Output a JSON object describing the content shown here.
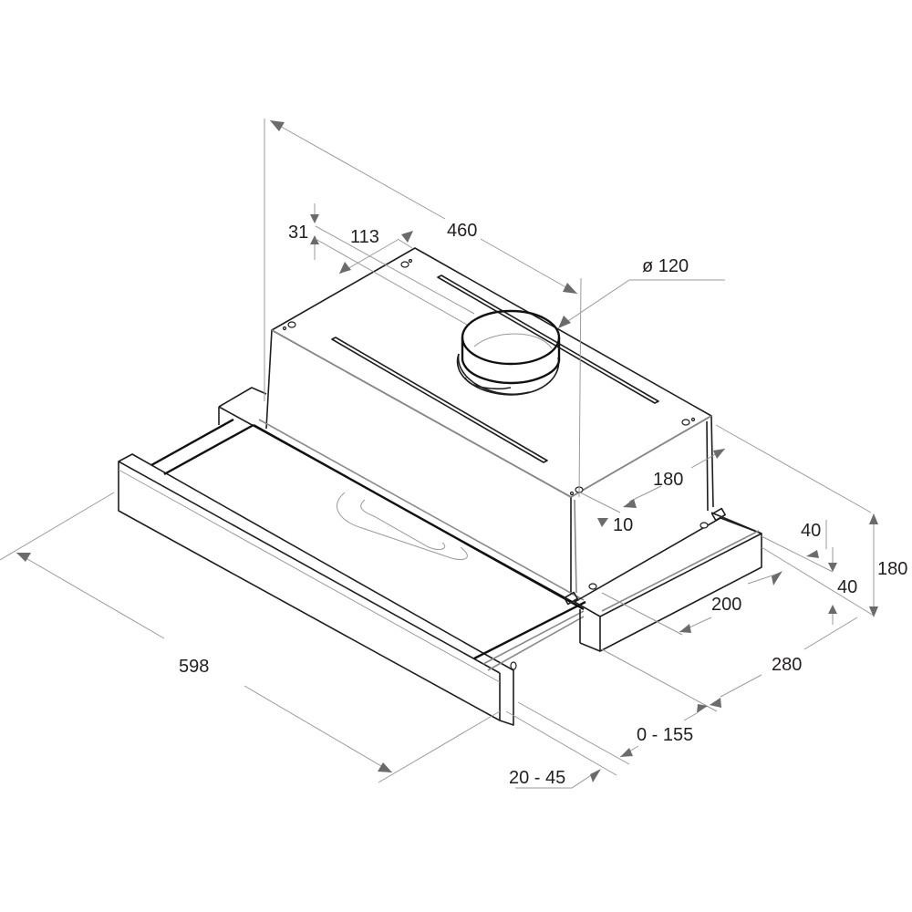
{
  "diagram": {
    "subject": "Telescopic (pull-out) cooker hood - dimensional drawing",
    "units": "mm",
    "colors": {
      "outline": "#1e1e1e",
      "dimension_line": "#9a9a9a",
      "arrowhead": "#6b6b6b",
      "label_text": "#231f20",
      "background": "#ffffff"
    },
    "dimensions": {
      "depth_total": "460",
      "offset_top": "31",
      "duct_offset": "113",
      "duct_diameter": "ø 120",
      "body_depth": "180",
      "side_offset": "10",
      "rail_top": "40",
      "rail_bottom": "40",
      "height_total": "180",
      "rail_length": "200",
      "base_depth": "280",
      "extension_range": "0 - 155",
      "front_panel_range": "20 - 45",
      "width": "598"
    }
  }
}
